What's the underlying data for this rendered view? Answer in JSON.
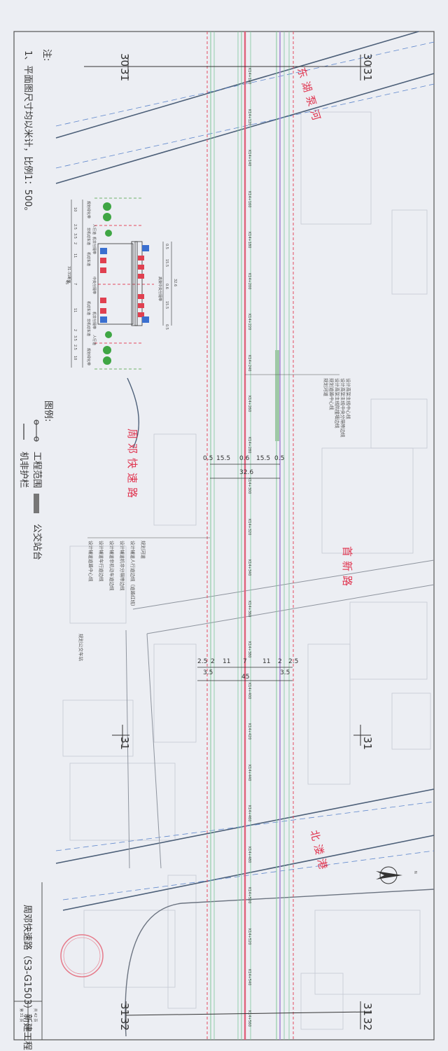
{
  "notes": {
    "heading": "注:",
    "item1": "1、平面图尺寸均以米计，比例1：500。"
  },
  "legend": {
    "heading": "图例:",
    "items": [
      {
        "label": "工程范围",
        "icon": "project-range-icon"
      },
      {
        "label": "机非护栏",
        "icon": "guardrail-line-icon"
      },
      {
        "label": "公交站台",
        "icon": "bus-platform-hatch-icon"
      }
    ]
  },
  "title_block": {
    "project": "周邓快速路（S3-G1503）新建工程",
    "sheet": "第 31 页",
    "total": "共 42 页"
  },
  "road_names": {
    "main": "周邓快速路",
    "river_top": "东湖泵河",
    "cross_road": "首新路",
    "river_bottom": "北溇港"
  },
  "section_markers": {
    "top_left": [
      "30",
      "31"
    ],
    "top_right": [
      "30",
      "31"
    ],
    "mid_left": "31",
    "mid_right": "31",
    "bottom_left": [
      "31",
      "32"
    ],
    "bottom_right": [
      "31",
      "32"
    ]
  },
  "cross_section": {
    "title": "31-31断面",
    "upper_dims": [
      "0.5",
      "15.5",
      "0.6",
      "15.5",
      "0.5"
    ],
    "upper_total": "32.6",
    "lower_dims": [
      "10",
      "2.5",
      "3.5",
      "2",
      "11",
      "7",
      "11",
      "2",
      "3.5",
      "2.5",
      "10"
    ],
    "lower_total": "45",
    "labels": [
      "规划绿化带",
      "人行道",
      "非机动车道",
      "机非分隔带",
      "机动车道",
      "中央分隔带",
      "机动车道",
      "机非分隔带",
      "非机动车道",
      "人行道",
      "规划绿化带",
      "高架中央分隔带"
    ]
  },
  "dimensions_upper": {
    "parts": [
      "0.5",
      "15.5",
      "0.6",
      "15.5",
      "0.5"
    ],
    "total": "32.6"
  },
  "dimensions_lower": {
    "parts": [
      "2.5",
      "2",
      "11",
      "7",
      "11",
      "2",
      "2.5"
    ],
    "sub": [
      "3.5",
      "3.5"
    ],
    "total": "45"
  },
  "right_callouts": [
    "规划河道",
    "规划道路中心线",
    "设计高架主线防撞墙边线",
    "设计高架主线中央分隔带边线",
    "设计高架主线中心线"
  ],
  "left_callouts": [
    "设计辅道道路中心线",
    "设计辅道车行道边线",
    "设计辅道非机动车道边线",
    "设计辅道机非分隔带边线",
    "设计辅道人行道边线（道路红线）",
    "规划河道"
  ],
  "bus_callout": "规划公交车站",
  "chainages": [
    "K14+100",
    "K14+120",
    "K14+140",
    "K14+160",
    "K14+180",
    "K14+200",
    "K14+220",
    "K14+240",
    "K14+260",
    "K14+280",
    "K14+300",
    "K14+320",
    "K14+340",
    "K14+360",
    "K14+380",
    "K14+400",
    "K14+420",
    "K14+440",
    "K14+460",
    "K14+480",
    "K14+500",
    "K14+520",
    "K14+540",
    "K14+560"
  ],
  "colors": {
    "centerline": "#e0607a",
    "green_lines": "#7fc79a",
    "purple_lines": "#a98ad6",
    "red_dashed": "#e34b5f",
    "river": "#4c5f78",
    "blue_dashed": "#5d86cc",
    "text_red": "#e0344f"
  },
  "north_label": "N"
}
